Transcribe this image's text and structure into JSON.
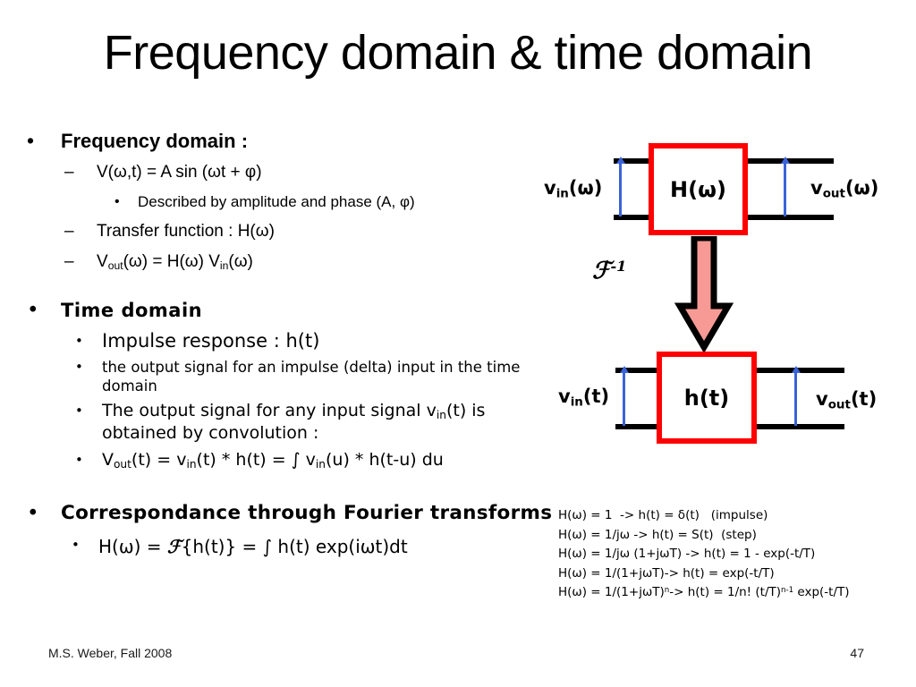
{
  "slide": {
    "title": "Frequency domain & time domain",
    "footer_left": "M.S. Weber, Fall 2008",
    "page_number": "47"
  },
  "colors": {
    "box_border": "#FF0000",
    "arrow_fill": "#F79A95",
    "arrow_outline": "#000000",
    "port_arrow": "#3A63D8",
    "terminal": "#000000",
    "text": "#000000",
    "background": "#FFFFFF"
  },
  "outline": {
    "freq_block": {
      "marker": "•",
      "heading": "Frequency domain :",
      "items": [
        {
          "marker": "–",
          "text": "V(ω,t) = A sin (ωt + φ)",
          "children": [
            {
              "marker": "•",
              "text": "Described by amplitude and phase (A, φ)"
            }
          ]
        },
        {
          "marker": "–",
          "text": "Transfer function :  H(ω)",
          "children": []
        },
        {
          "marker": "–",
          "text": "Vout(ω) = H(ω) Vin(ω)",
          "children": []
        }
      ]
    },
    "time_block": {
      "marker": "•",
      "heading": "Time domain",
      "items": [
        {
          "marker": "•",
          "text": "Impulse response : h(t)"
        },
        {
          "marker": "•",
          "text": "the output signal for an impulse (delta) input in the time domain"
        },
        {
          "marker": "•",
          "text": "The output signal for any input signal vin(t) is obtained by convolution :"
        },
        {
          "marker": "•",
          "text": "Vout(t) = vin(t) * h(t) = ∫ vin(u) * h(t-u) du"
        }
      ]
    },
    "fourier_block": {
      "marker": "•",
      "heading": "Correspondance through Fourier transforms",
      "items": [
        {
          "marker": "•",
          "text": "H(ω) = ℱ{h(t)} = ∫ h(t) exp(iωt)dt"
        }
      ]
    }
  },
  "diagram": {
    "top_block": {
      "box_label": "H(ω)",
      "input_label": "vin(ω)",
      "output_label": "vout(ω)"
    },
    "bottom_block": {
      "box_label": "h(t)",
      "input_label": "vin(t)",
      "output_label": "vout(t)"
    },
    "transform_arrow": {
      "label": "ℱ",
      "exponent": "-1",
      "direction": "down"
    }
  },
  "formula_table": {
    "rows": [
      "H(ω) = 1  -> h(t) = δ(t)   (impulse)",
      "H(ω) = 1/jω -> h(t) = S(t)  (step)",
      "H(ω) = 1/jω (1+jωT) -> h(t) = 1 - exp(-t/T)",
      "H(ω) = 1/(1+jωT)-> h(t) = exp(-t/T)",
      "H(ω) = 1/(1+jωT)n-> h(t) = 1/n! (t/T)n-1 exp(-t/T)"
    ]
  }
}
